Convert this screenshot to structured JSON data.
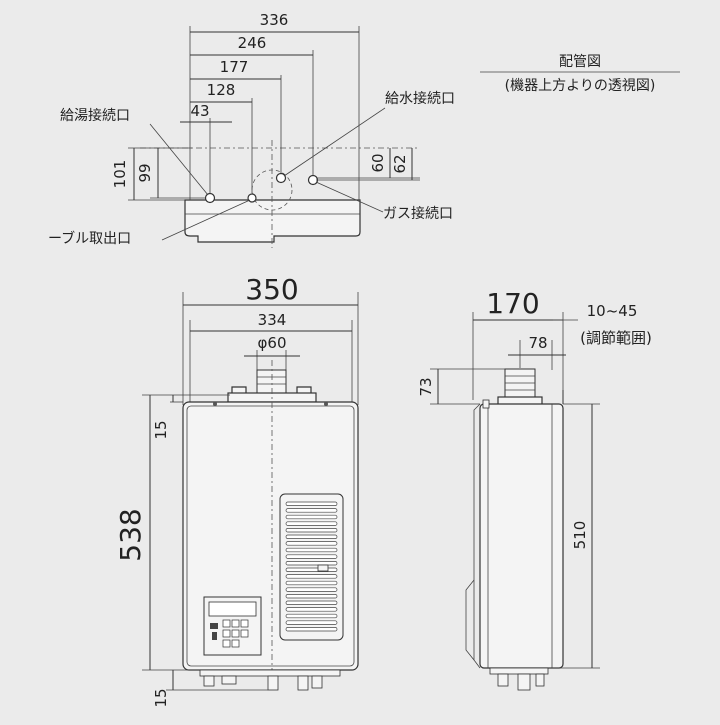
{
  "top_view": {
    "dims": {
      "d336": "336",
      "d246": "246",
      "d177": "177",
      "d128": "128",
      "d43": "43",
      "d101": "101",
      "d99": "99",
      "d60": "60",
      "d62": "62"
    },
    "labels": {
      "hot_water": "給湯接続口",
      "cold_water": "給水接続口",
      "gas": "ガス接続口",
      "cable": "ーブル取出口"
    },
    "caption": {
      "title": "配管図",
      "subtitle": "(機器上方よりの透視図)"
    }
  },
  "front_view": {
    "dims": {
      "width": "350",
      "inner": "334",
      "flue": "φ60",
      "height": "538",
      "top": "15",
      "bottom": "15"
    }
  },
  "side_view": {
    "dims": {
      "depth": "170",
      "range": "10~45",
      "range_note": "(調節範囲)",
      "d78": "78",
      "d73": "73",
      "d510": "510"
    }
  }
}
